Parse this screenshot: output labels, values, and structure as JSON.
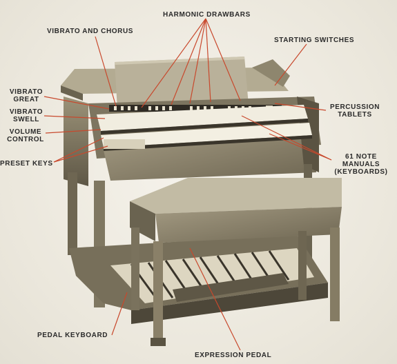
{
  "labels": {
    "harmonic_drawbars": "HARMONIC DRAWBARS",
    "vibrato_chorus": "VIBRATO AND CHORUS",
    "starting_switches": "STARTING SWITCHES",
    "vibrato_great_1": "VIBRATO",
    "vibrato_great_2": "GREAT",
    "vibrato_swell_1": "VIBRATO",
    "vibrato_swell_2": "SWELL",
    "volume_control_1": "VOLUME",
    "volume_control_2": "CONTROL",
    "percussion_1": "PERCUSSION",
    "percussion_2": "TABLETS",
    "preset_keys": "PRESET KEYS",
    "manuals_1": "61 NOTE",
    "manuals_2": "MANUALS",
    "manuals_3": "(KEYBOARDS)",
    "pedal_keyboard": "PEDAL KEYBOARD",
    "expression_pedal": "EXPRESSION PEDAL"
  },
  "colors": {
    "leader": "#c8482c",
    "wood": "#8a8068",
    "wood_dark": "#4a4436",
    "paper": "#efece3"
  }
}
